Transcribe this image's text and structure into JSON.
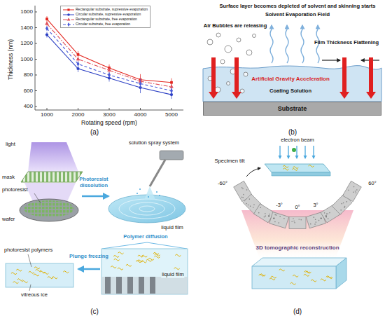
{
  "diagram": {
    "nodes": [
      {
        "text": [
          "Substrate"
        ]
      }
    ],
    "labels": [
      "(a)",
      "400",
      "600",
      "800",
      "1000",
      "1200",
      "1400",
      "1600",
      "1000",
      "2000",
      "3000",
      "4000",
      "5000",
      "Thickness (nm)",
      "Rotating speed (rpm)",
      "(b)",
      "Surface layer becomes depleted of solvent and skinning starts",
      "Solvent Evaporation Field",
      "Air Bubbles are releasing",
      "Film Thickness Flattening",
      "Artificial Gravity Acceleration",
      "Coating Solution",
      "(c)",
      "light",
      "mask",
      "photoresist",
      "wafer",
      "solution spray system",
      "Photoresist dissolution",
      "liquid film",
      "Polymer diffusion",
      "Plunge freezing",
      "liquid film",
      "photoresist polymers",
      "vitreous ice",
      "(d)",
      "electron beam",
      "Specimen tilt",
      "-60°",
      "60°",
      "-3°",
      "0°",
      "3°",
      "3D tomographic reconstruction"
    ],
    "legend": [
      {
        "text": "Rectangular substrate, supressive evaporation"
      },
      {
        "text": "Circular substrate, supressive evaporation"
      },
      {
        "text": "Rectangular substrate, free evaporation"
      },
      {
        "text": "Circular substrate, free evaporation"
      }
    ]
  }
}
